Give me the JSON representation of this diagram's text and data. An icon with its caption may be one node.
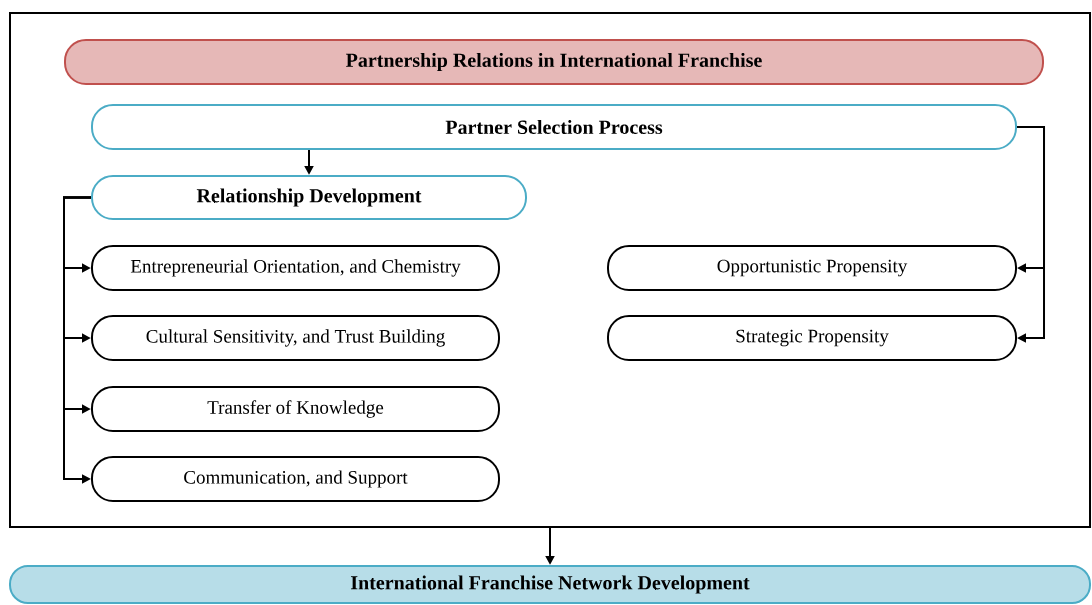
{
  "diagram": {
    "nodes": [
      {
        "text": [],
        "shape": "box"
      },
      {
        "text": [
          "Partnership Relations in International Franchise"
        ],
        "in": 0
      },
      {
        "text": [
          "Partner Selection Process"
        ],
        "in": 0
      },
      {
        "text": [
          "Relationship Development"
        ],
        "in": 0
      },
      {
        "text": [
          "Entrepreneurial Orientation, and Chemistry"
        ],
        "in": 0
      },
      {
        "text": [
          "Cultural Sensitivity, and Trust Building"
        ],
        "in": 0
      },
      {
        "text": [
          "Transfer of Knowledge"
        ],
        "in": 0
      },
      {
        "text": [
          "Communication, and Support"
        ],
        "in": 0
      },
      {
        "text": [
          "Opportunistic Propensity"
        ],
        "in": 0
      },
      {
        "text": [
          "Strategic Propensity"
        ],
        "in": 0
      },
      {
        "text": [
          "International Franchise Network Development"
        ]
      }
    ],
    "edges": [
      {
        "from": 2,
        "to": 3,
        "arrow": "to"
      },
      {
        "from": 3,
        "to": 4,
        "arrow": "to"
      },
      {
        "from": 3,
        "to": 5,
        "arrow": "to"
      },
      {
        "from": 3,
        "to": 6,
        "arrow": "to"
      },
      {
        "from": 3,
        "to": 7,
        "arrow": "to"
      },
      {
        "from": 2,
        "to": 8,
        "arrow": "to"
      },
      {
        "from": 2,
        "to": 9,
        "arrow": "to"
      },
      {
        "from": 0,
        "to": 10,
        "arrow": "to"
      }
    ]
  }
}
